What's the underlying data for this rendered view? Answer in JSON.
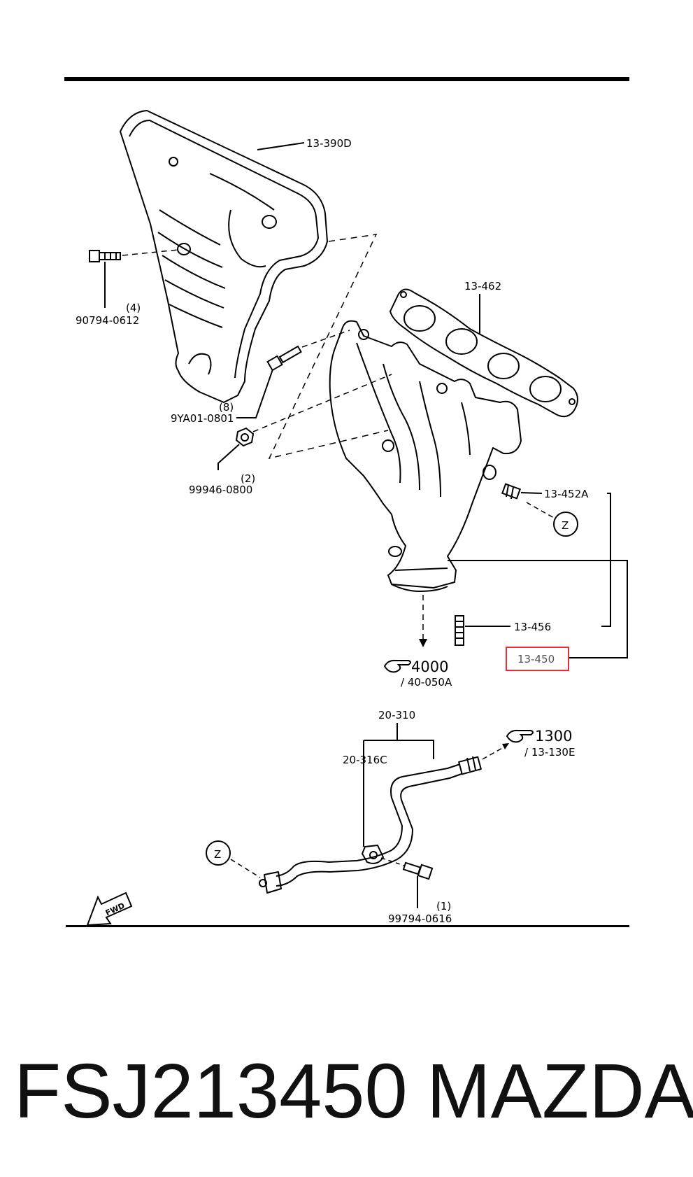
{
  "labels": {
    "heat_shield": "13-390D",
    "bolt_top": "90794-0612",
    "bolt_top_qty": "(4)",
    "stud_bolt": "9YA01-0801",
    "stud_bolt_qty": "(8)",
    "nut": "99946-0800",
    "nut_qty": "(2)",
    "gasket": "13-462",
    "plug": "13-452A",
    "stud": "13-456",
    "manifold": "13-450",
    "ref_z_upper": "Z",
    "ref_z_lower": "Z",
    "ref_4000_num": "4000",
    "ref_4000_sub": "/ 40-050A",
    "pipe_group": "20-310",
    "pipe_clip": "20-316C",
    "ref_1300_num": "1300",
    "ref_1300_sub": "/ 13-130E",
    "bolt_bottom": "99794-0616",
    "bolt_bottom_qty": "(1)",
    "fwd": "FWD"
  },
  "footer": {
    "part_number": "FSJ213450",
    "brand": "MAZDA"
  },
  "colors": {
    "line": "#000000",
    "highlight": "#e0303a",
    "muted_text": "#555555"
  }
}
